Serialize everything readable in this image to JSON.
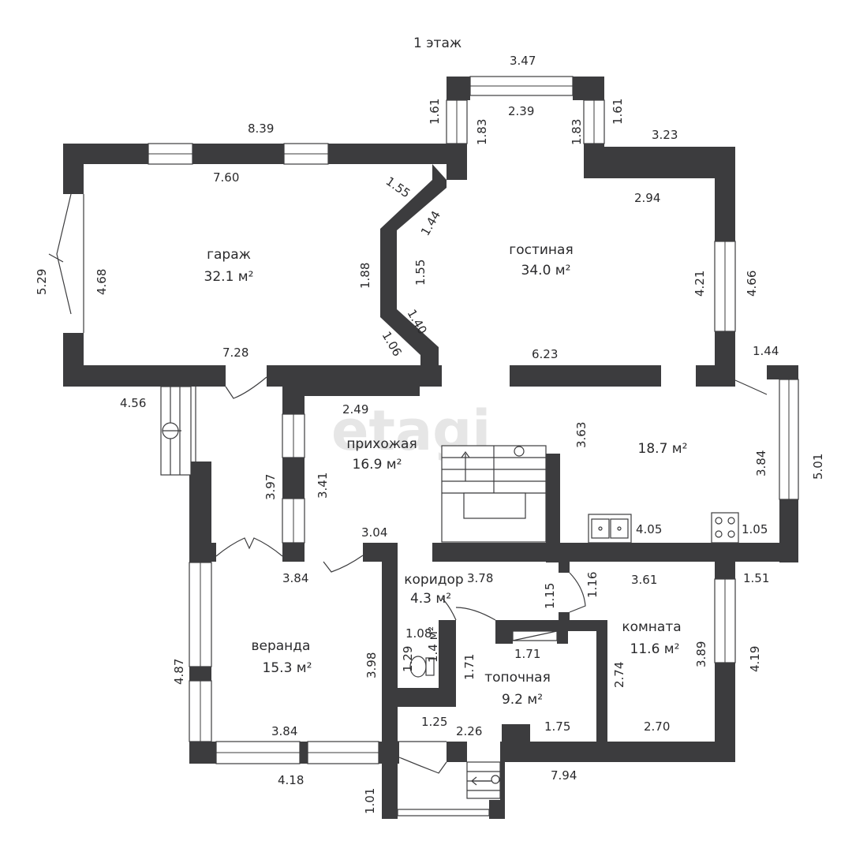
{
  "title": "1 этаж",
  "watermark": "etagi",
  "rooms": {
    "garage": {
      "name": "гараж",
      "area": "32.1 м²"
    },
    "living": {
      "name": "гостиная",
      "area": "34.0 м²"
    },
    "hall": {
      "name": "прихожая",
      "area": "16.9 м²"
    },
    "kitchen": {
      "name": "",
      "area": "18.7 м²"
    },
    "corridor": {
      "name": "коридор",
      "area": "4.3 м²"
    },
    "veranda": {
      "name": "веранда",
      "area": "15.3 м²"
    },
    "room": {
      "name": "комната",
      "area": "11.6 м²"
    },
    "boiler": {
      "name": "топочная",
      "area": "9.2 м²"
    },
    "wc": {
      "name": "",
      "area": "1.4 м²"
    }
  },
  "dimensions": {
    "d347": "3.47",
    "d239": "2.39",
    "d161a": "1.61",
    "d161b": "1.61",
    "d183a": "1.83",
    "d183b": "1.83",
    "d839": "8.39",
    "d760": "7.60",
    "d323": "3.23",
    "d294": "2.94",
    "d155a": "1.55",
    "d144a": "1.44",
    "d529": "5.29",
    "d468": "4.68",
    "d188": "1.88",
    "d155b": "1.55",
    "d140": "1.40",
    "d106": "1.06",
    "d421": "4.21",
    "d466": "4.66",
    "d728": "7.28",
    "d623": "6.23",
    "d144b": "1.44",
    "d456": "4.56",
    "d249": "2.49",
    "d363": "3.63",
    "d397": "3.97",
    "d341": "3.41",
    "d384a": "3.84",
    "d501": "5.01",
    "d405": "4.05",
    "d105": "1.05",
    "d304": "3.04",
    "d384b": "3.84",
    "d378": "3.78",
    "d115": "1.15",
    "d116": "1.16",
    "d361": "3.61",
    "d151": "1.51",
    "d108": "1.08",
    "d129": "1.29",
    "d171a": "1.71",
    "d171b": "1.71",
    "d398": "3.98",
    "d487": "4.87",
    "d274": "2.74",
    "d389": "3.89",
    "d419": "4.19",
    "d125": "1.25",
    "d226": "2.26",
    "d175": "1.75",
    "d270": "2.70",
    "d384c": "3.84",
    "d418": "4.18",
    "d794": "7.94",
    "d101": "1.01"
  }
}
